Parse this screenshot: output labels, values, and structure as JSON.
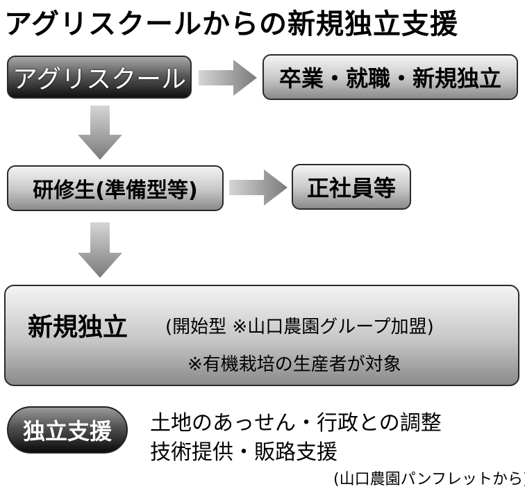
{
  "title": "アグリスクールからの新規独立支援",
  "nodes": {
    "agri_school": "アグリスクール",
    "graduation": "卒業・就職・新規独立",
    "trainee": "研修生(準備型等)",
    "regular_staff": "正社員等",
    "independence": {
      "title": "新規独立",
      "note1": "(開始型 ※山口農園グループ加盟)",
      "note2": "※有機栽培の生産者が対象"
    }
  },
  "support": {
    "label": "独立支援",
    "line1": "土地のあっせん・行政との調整",
    "line2": "技術提供・販路支援"
  },
  "source": "(山口農園パンフレットから)",
  "colors": {
    "dark_box": "#1a1a1a",
    "light_box": "#c6c6c6",
    "arrow": "#8c8c8c"
  }
}
